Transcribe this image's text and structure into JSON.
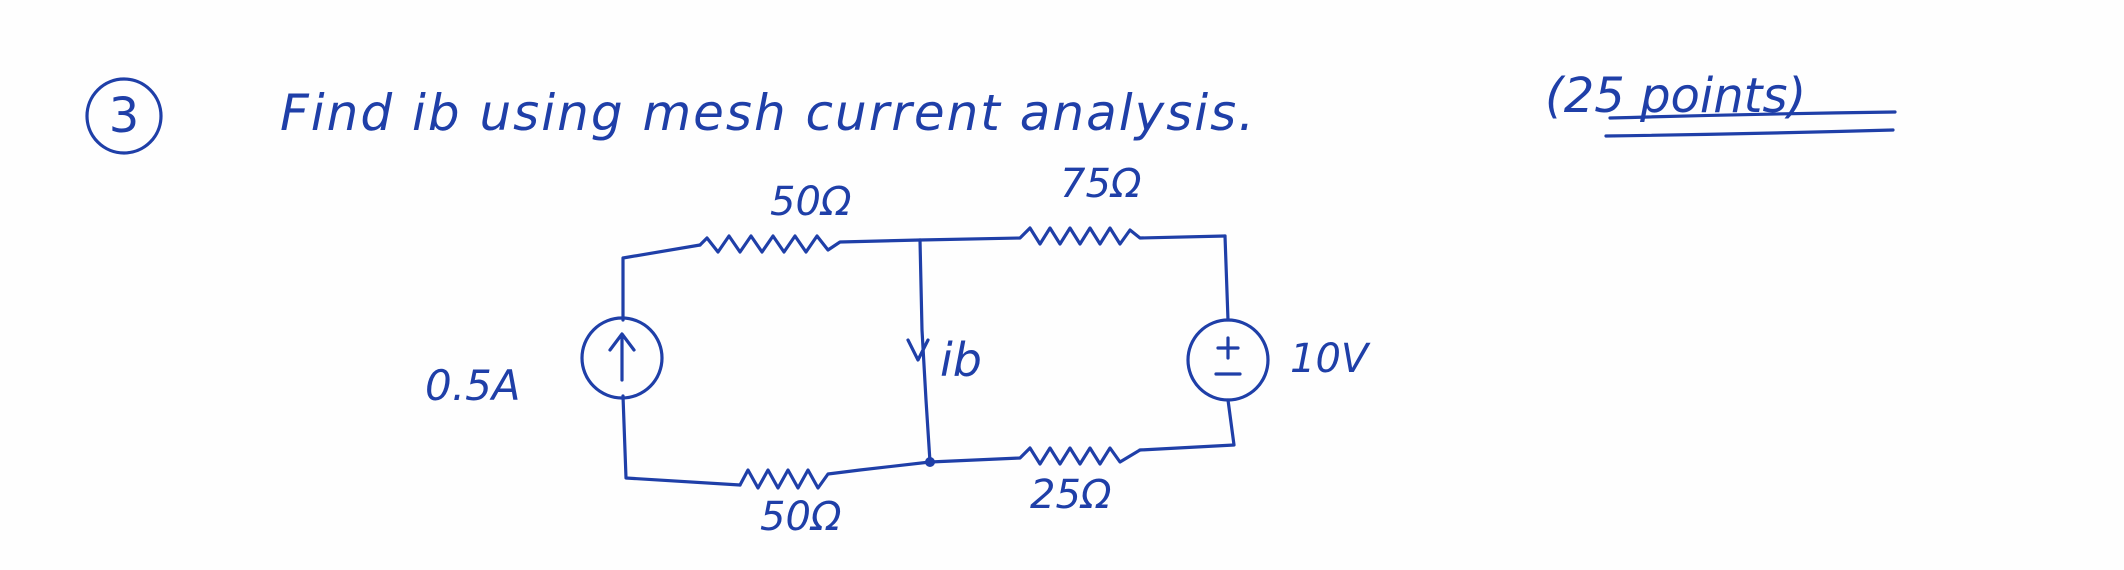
{
  "problem": {
    "number": "3",
    "text": "Find ib using mesh current analysis.",
    "points": "(25 points)"
  },
  "circuit": {
    "resistors": [
      {
        "id": "R_top_left",
        "label": "50Ω"
      },
      {
        "id": "R_top_right",
        "label": "75Ω"
      },
      {
        "id": "R_bottom_left",
        "label": "50Ω"
      },
      {
        "id": "R_bottom_right",
        "label": "25Ω"
      }
    ],
    "current_source": {
      "label": "0.5A",
      "direction": "up"
    },
    "voltage_source": {
      "label": "10V",
      "polarity": "+ top"
    },
    "branch_current": {
      "label": "ib",
      "direction": "down"
    }
  },
  "colors": {
    "ink": "#1f3fa8",
    "paper": "#fefefe"
  }
}
